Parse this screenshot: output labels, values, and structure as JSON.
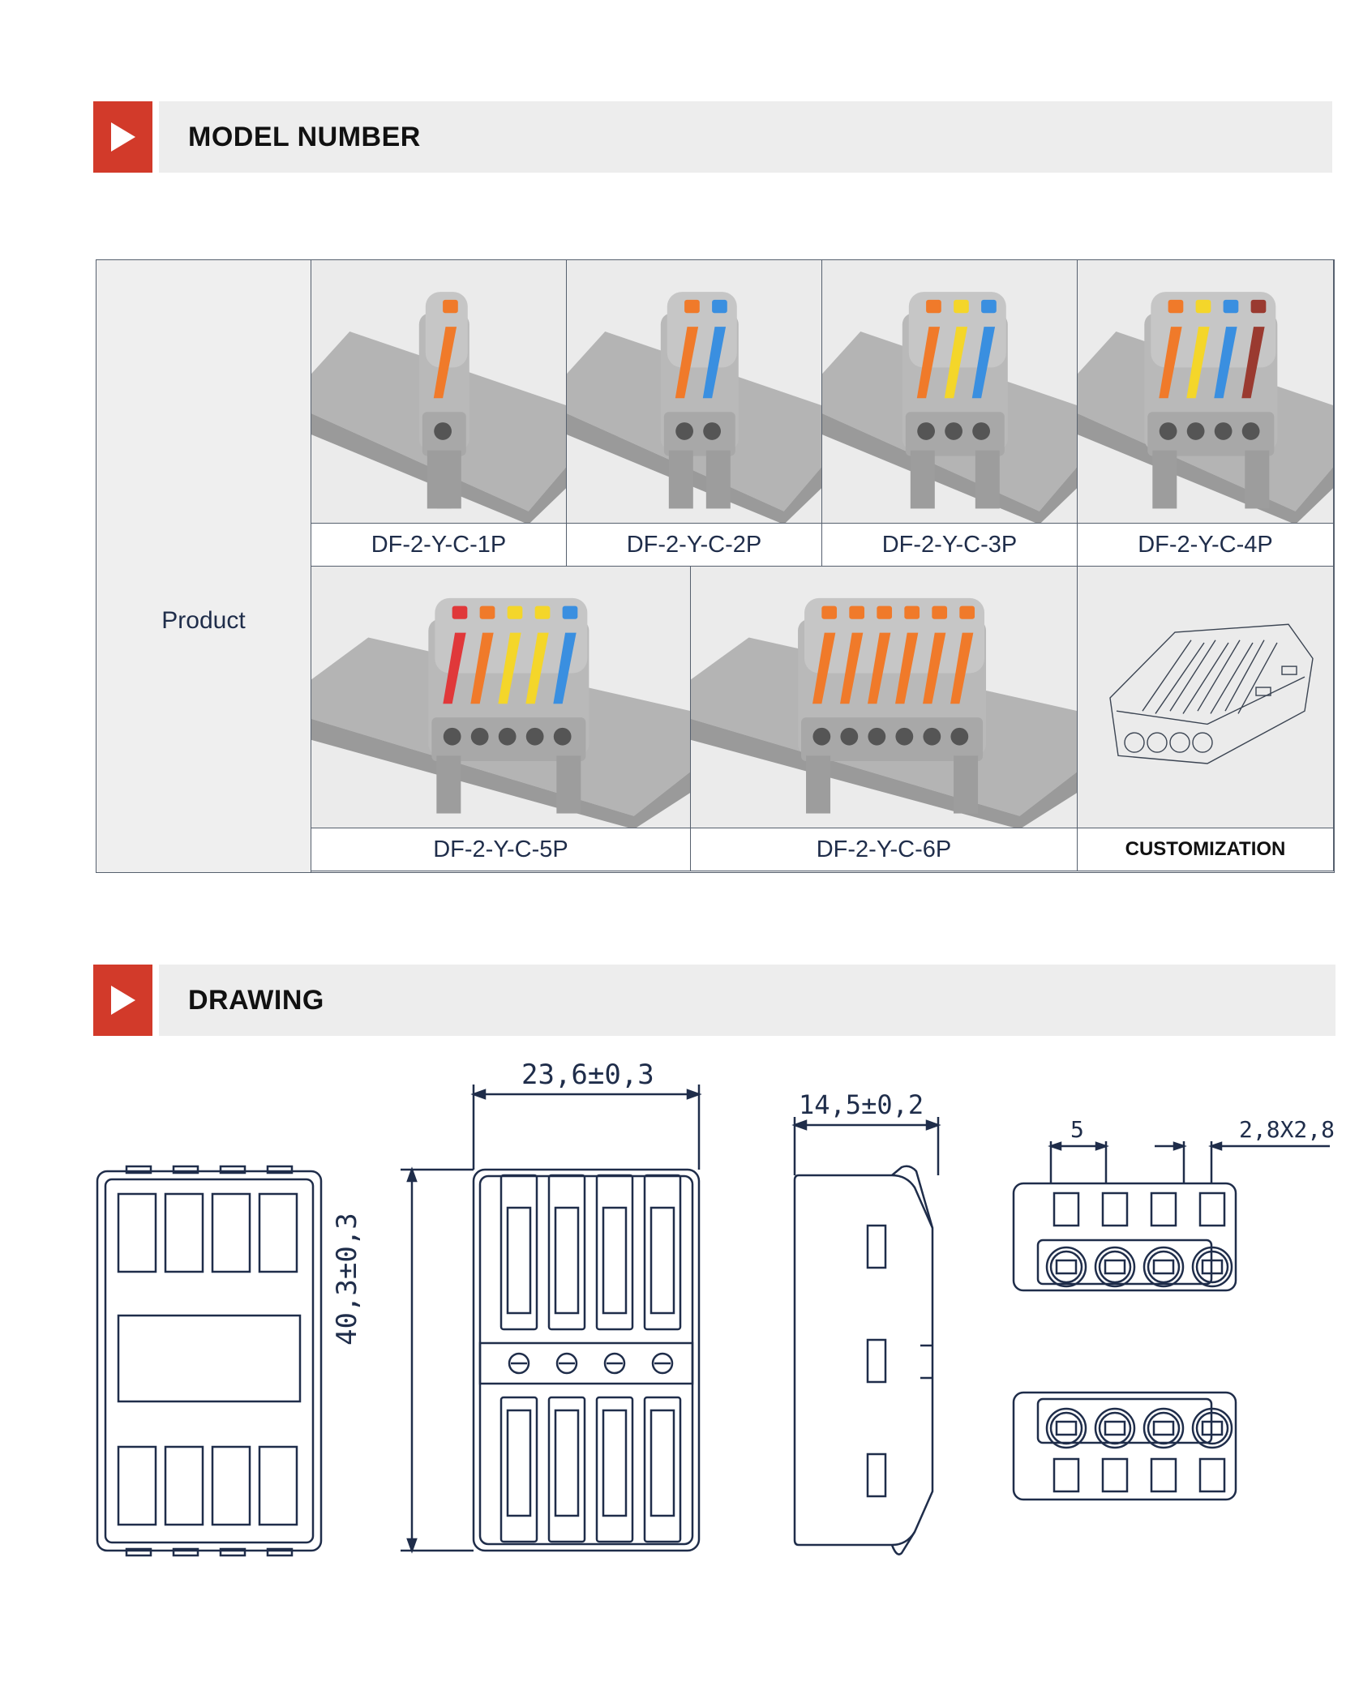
{
  "sections": {
    "model": {
      "title": "MODEL NUMBER"
    },
    "drawing": {
      "title": "DRAWING"
    }
  },
  "table": {
    "row_label": "Product",
    "products": [
      {
        "name": "DF-2-Y-C-1P",
        "colors": [
          "#f07a2a"
        ]
      },
      {
        "name": "DF-2-Y-C-2P",
        "colors": [
          "#f07a2a",
          "#3a8fe0"
        ]
      },
      {
        "name": "DF-2-Y-C-3P",
        "colors": [
          "#f07a2a",
          "#f4d62a",
          "#3a8fe0"
        ]
      },
      {
        "name": "DF-2-Y-C-4P",
        "colors": [
          "#f07a2a",
          "#f4d62a",
          "#3a8fe0",
          "#9a3a30"
        ]
      },
      {
        "name": "DF-2-Y-C-5P",
        "colors": [
          "#e0383a",
          "#f07a2a",
          "#f4d62a",
          "#f4d62a",
          "#3a8fe0"
        ]
      },
      {
        "name": "DF-2-Y-C-6P",
        "colors": [
          "#f07a2a",
          "#f07a2a",
          "#f07a2a",
          "#f07a2a",
          "#f07a2a",
          "#f07a2a"
        ]
      },
      {
        "name": "CUSTOMIZATION",
        "colors": []
      }
    ]
  },
  "drawing": {
    "width_dim": "23,6±0,3",
    "height_dim": "40,3±0,3",
    "depth_dim": "14,5±0,2",
    "pitch_dim": "5",
    "hole_dim": "2,8X2,8"
  },
  "colors": {
    "accent": "#d23a2a",
    "header_bg": "#ededed",
    "line": "#1f2d4a"
  }
}
